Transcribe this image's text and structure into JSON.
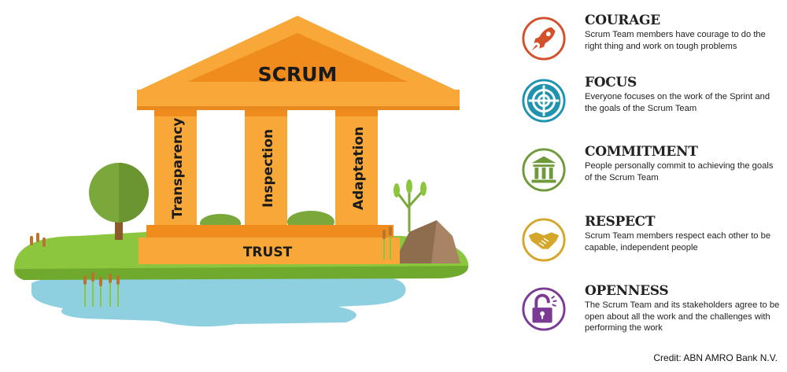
{
  "temple": {
    "roof_label": "SCRUM",
    "pillars": [
      "Transparency",
      "Inspection",
      "Adaptation"
    ],
    "base_label": "TRUST"
  },
  "values": [
    {
      "title": "COURAGE",
      "description": "Scrum Team members have courage to do the right thing and work on tough problems",
      "icon": "rocket-icon",
      "color": "#d4502a"
    },
    {
      "title": "FOCUS",
      "description": "Everyone focuses on the work of the Sprint and the goals of the Scrum Team",
      "icon": "target-icon",
      "color": "#1f93b0"
    },
    {
      "title": "COMMITMENT",
      "description": "People personally commit to achieving the goals of the Scrum Team",
      "icon": "building-icon",
      "color": "#6f9a3a"
    },
    {
      "title": "RESPECT",
      "description": "Scrum Team members respect each other to be capable, independent people",
      "icon": "handshake-icon",
      "color": "#d4a62a"
    },
    {
      "title": "OPENNESS",
      "description": "The Scrum Team and its stakeholders agree to be open about all the work and the challenges with performing the work",
      "icon": "unlocked-padlock-icon",
      "color": "#7b3b95"
    }
  ],
  "credit": "Credit: ABN AMRO Bank N.V."
}
